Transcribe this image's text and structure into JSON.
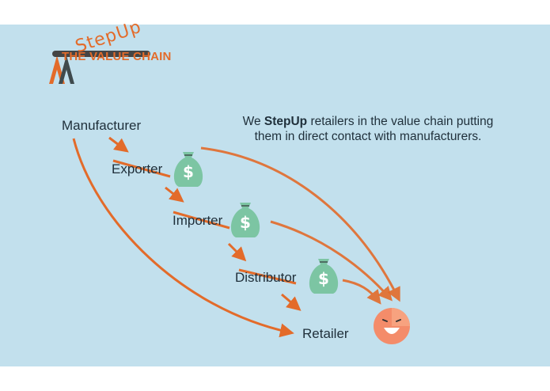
{
  "logo": {
    "word": "StepUp"
  },
  "title": "THE VALUE CHAIN",
  "description": {
    "prefix": "We ",
    "bold": "StepUp",
    "suffix": " retailers in the value chain putting them in direct contact with manufacturers."
  },
  "nodes": {
    "manufacturer": "Manufacturer",
    "exporter": "Exporter",
    "importer": "Importer",
    "distributor": "Distributor",
    "retailer": "Retailer"
  },
  "money_symbol": "$",
  "colors": {
    "background": "#c2e0ed",
    "accent": "#e36b2a",
    "bag": "#7cc5a3",
    "face": "#f48c6a"
  }
}
